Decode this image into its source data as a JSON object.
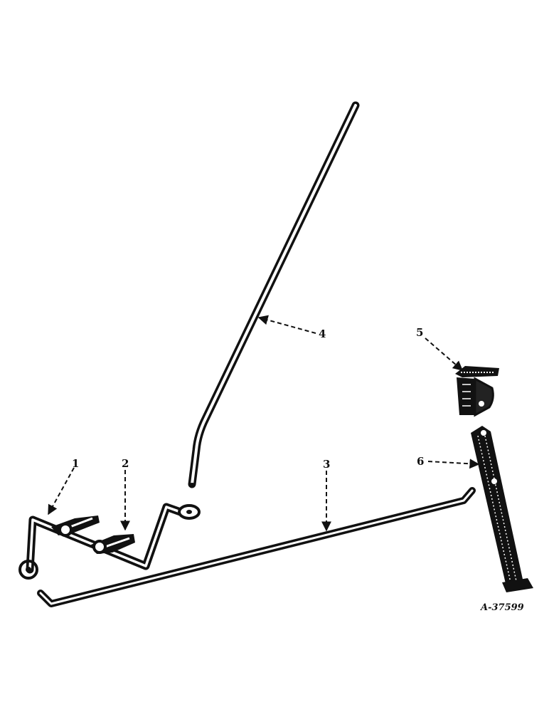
{
  "figure_id": "A-37599",
  "callouts": [
    {
      "label": "1",
      "part": "lever-bracket"
    },
    {
      "label": "2",
      "part": "clip"
    },
    {
      "label": "3",
      "part": "long-rod"
    },
    {
      "label": "4",
      "part": "hand-lever"
    },
    {
      "label": "5",
      "part": "pedal-bracket"
    },
    {
      "label": "6",
      "part": "pedal"
    }
  ],
  "colors": {
    "ink": "#111111",
    "paper": "#ffffff"
  }
}
